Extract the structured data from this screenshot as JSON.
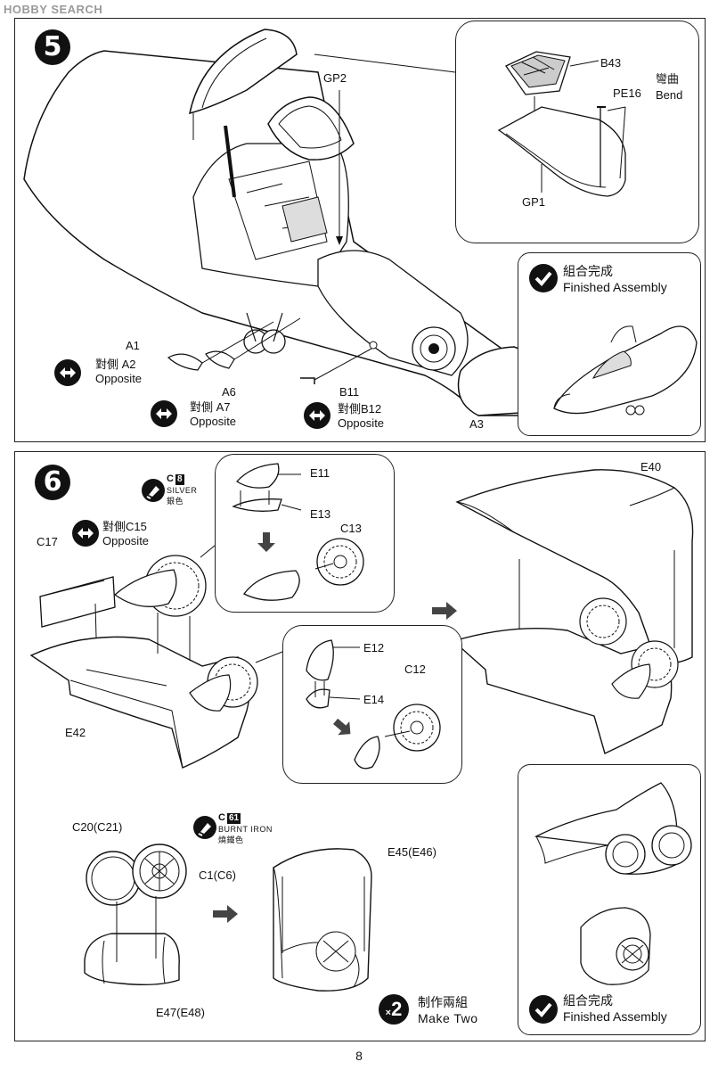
{
  "watermark": "HOBBY SEARCH",
  "page_number": "8",
  "step5": {
    "number": "5",
    "parts": {
      "gp2": "GP2",
      "b43": "B43",
      "pe16": "PE16",
      "gp1": "GP1",
      "a1": "A1",
      "a6": "A6",
      "b11": "B11",
      "a3": "A3"
    },
    "bend_zh": "彎曲",
    "bend_en": "Bend",
    "opposite": [
      {
        "zh": "對側 A2",
        "en": "Opposite"
      },
      {
        "zh": "對側 A7",
        "en": "Opposite"
      },
      {
        "zh": "對側B12",
        "en": "Opposite"
      }
    ],
    "finished_zh": "組合完成",
    "finished_en": "Finished Assembly"
  },
  "step6": {
    "number": "6",
    "paint1": {
      "code": "C",
      "num": "8",
      "name_en": "SILVER",
      "name_zh": "銀色"
    },
    "paint2": {
      "code": "C",
      "num": "61",
      "name_en": "BURNT IRON",
      "name_zh": "燒鐵色"
    },
    "opposite": {
      "zh": "對側C15",
      "en": "Opposite"
    },
    "parts": {
      "c17": "C17",
      "e42": "E42",
      "e11": "E11",
      "e13": "E13",
      "c13": "C13",
      "e12": "E12",
      "e14": "E14",
      "c12": "C12",
      "e40": "E40",
      "c20": "C20(C21)",
      "c1": "C1(C6)",
      "e45": "E45(E46)",
      "e47": "E47(E48)"
    },
    "make_two_zh": "制作兩組",
    "make_two_en": "Make  Two",
    "times": "×",
    "two": "2",
    "finished_zh": "組合完成",
    "finished_en": "Finished Assembly"
  }
}
